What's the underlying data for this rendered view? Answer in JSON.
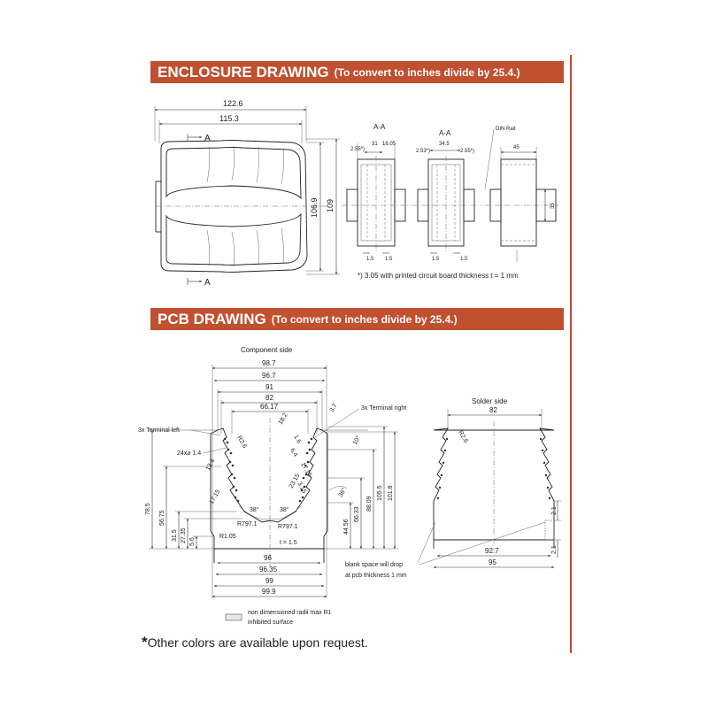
{
  "enclosure_header": {
    "title": "ENCLOSURE DRAWING",
    "subtitle": "(To convert to inches divide by 25.4.)"
  },
  "pcb_header": {
    "title": "PCB DRAWING",
    "subtitle": "(To convert to inches divide by 25.4.)"
  },
  "enclosure": {
    "dim_122_6": "122.6",
    "dim_115_3": "115.3",
    "dim_106_9": "106.9",
    "dim_109": "109",
    "section_marker": "A",
    "section_a1_label": "A-A",
    "section_a2_label": "A-A",
    "din_rail_label": "DIN Rail",
    "s1_dim_255": "2.55*)",
    "s1_dim_31": "31",
    "s1_dim_1605": "16.05",
    "s2_dim_253": "2.53*)",
    "s2_dim_345": "34.5",
    "s2_dim_255": "2.55*)",
    "s3_dim_45": "45",
    "s3_dim_35": "35",
    "dim_1_5": "1.5",
    "footnote": "*) 3.05 with printed circuit board thickness t = 1 mm"
  },
  "pcb": {
    "component_side": "Component side",
    "solder_side": "Solder side",
    "terminal_left": "3x Terminal left",
    "terminal_right": "3x Terminal right",
    "holes_label": "24x⌀ 1.4",
    "top_dims": [
      "98.7",
      "96.7",
      "91",
      "82",
      "66.17"
    ],
    "bottom_dims": [
      "96",
      "96.35",
      "99",
      "99.9"
    ],
    "left_vertical_dims": [
      "78.5",
      "56.75",
      "31.5",
      "27.35",
      "5.6"
    ],
    "right_vertical_dims": [
      "44.56",
      "66.33",
      "88.09",
      "105.5",
      "101.8"
    ],
    "pitch_dims": [
      "18.2",
      "1.6",
      "3.7",
      "6.4",
      "13.4",
      "17.15",
      "23.15",
      "17.15",
      "3.15"
    ],
    "r_2_6": "R2.6",
    "angle_38": "38°",
    "angle_10": "10°",
    "angle_36": "36°",
    "r797_left": "R797.1",
    "r797_right": "R797.1",
    "r1_05": "R1.05",
    "thickness": "t = 1.5",
    "solder_top": "82",
    "solder_r": "R2.6",
    "solder_bottom": [
      "92.7",
      "95"
    ],
    "solder_side_dim": "2.1",
    "blank_space_note_1": "blank space will drop",
    "blank_space_note_2": "at pcb thickness 1 mm",
    "legend_1": "non dimensioned radii max R1",
    "legend_2": "inhibited surface"
  },
  "footer": {
    "star": "*",
    "text": "Other colors are available upon request."
  }
}
